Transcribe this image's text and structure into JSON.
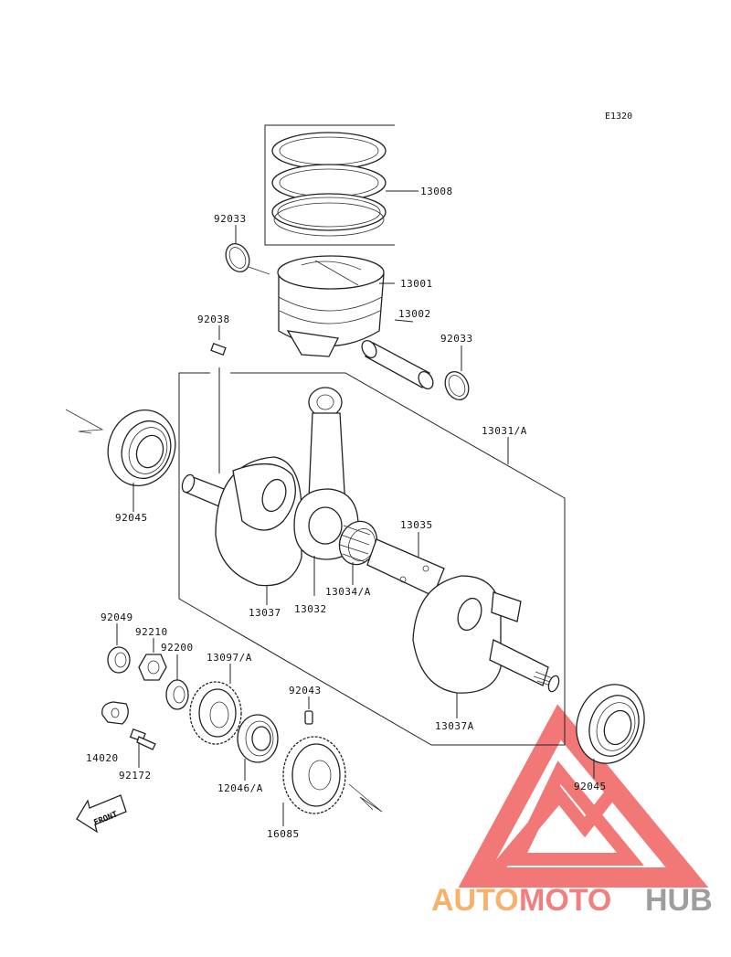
{
  "drawing_code": "E1320",
  "front_label": "FRONT",
  "watermark": {
    "text_auto": "AUTO",
    "text_moto": "MOTO",
    "text_hub": "HUB",
    "color_auto": "#f6b26b",
    "color_moto": "#f08080",
    "color_hub": "#9e9e9e",
    "logo_color": "#f06060"
  },
  "labels": {
    "p13008": "13008",
    "p92033_top": "92033",
    "p13001": "13001",
    "p13002": "13002",
    "p92033_right": "92033",
    "p92038": "92038",
    "p13031": "13031/A",
    "p92045_left": "92045",
    "p13035": "13035",
    "p13034": "13034/A",
    "p13037": "13037",
    "p13032": "13032",
    "p13037A": "13037A",
    "p92045_right": "92045",
    "p92049": "92049",
    "p92210": "92210",
    "p92200": "92200",
    "p13097": "13097/A",
    "p92043": "92043",
    "p14020": "14020",
    "p92172": "92172",
    "p12046": "12046/A",
    "p16085": "16085"
  }
}
